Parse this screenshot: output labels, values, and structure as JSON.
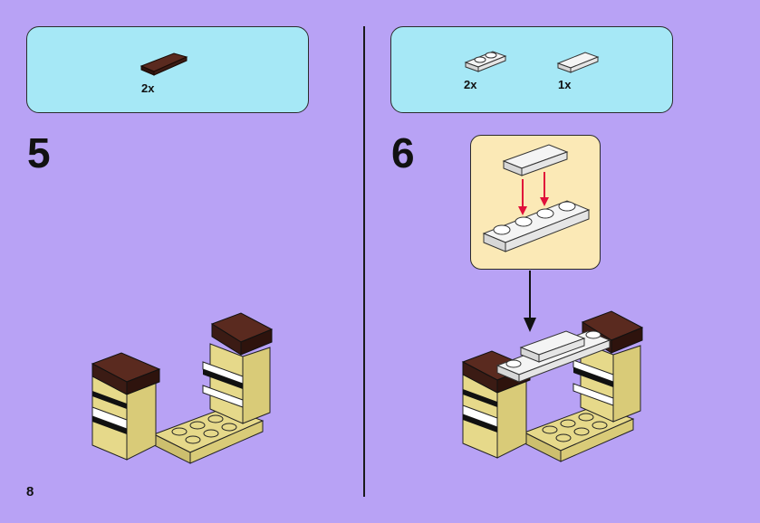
{
  "page": {
    "number": "8"
  },
  "steps": [
    {
      "number": "5",
      "parts": [
        {
          "qty": "2x",
          "icon": "dark-brown-plate-1x4-icon",
          "color": "#3b1b14"
        }
      ]
    },
    {
      "number": "6",
      "parts": [
        {
          "qty": "2x",
          "icon": "white-plate-1x2-icon",
          "color": "#f4f4f4"
        },
        {
          "qty": "1x",
          "icon": "white-tile-1x2-icon",
          "color": "#f4f4f4"
        }
      ],
      "callout": {
        "icon": "subassembly-callout",
        "arrow_color": "#e0103a"
      }
    }
  ],
  "colors": {
    "background": "#b8a2f5",
    "parts_box": "#a6e8f6",
    "callout": "#fbe9b6",
    "tan": "#e6d98a",
    "dark_brown": "#3b1b14",
    "white": "#f4f4f4"
  }
}
